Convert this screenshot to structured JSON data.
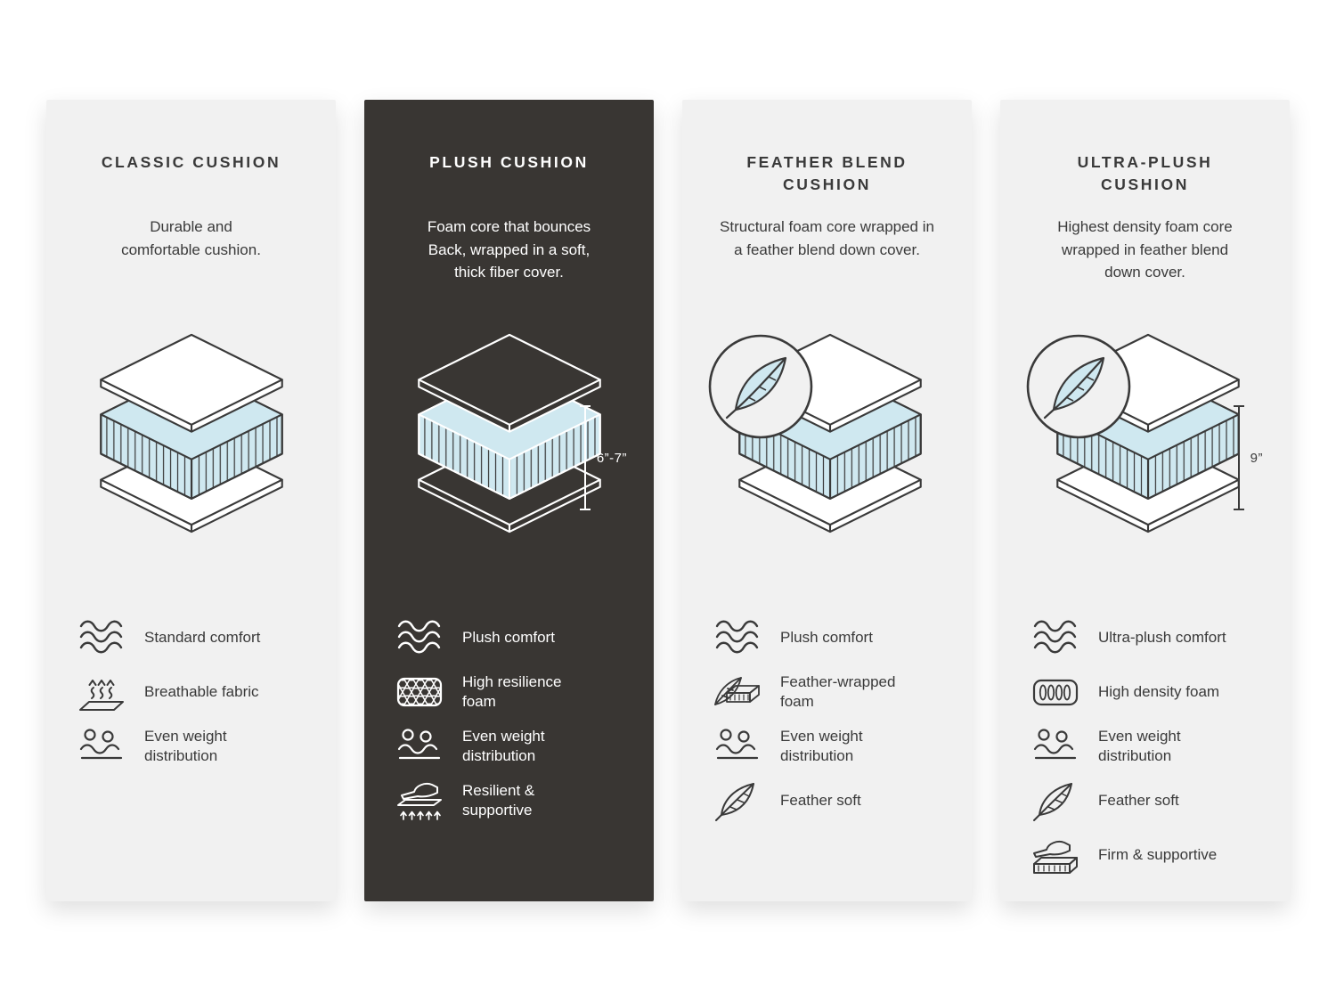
{
  "colors": {
    "background": "#ffffff",
    "card_light": "#f1f1f1",
    "card_dark": "#393633",
    "ink": "#3a3a3a",
    "foam_blue": "#cfe8f0"
  },
  "cards": [
    {
      "title": "CLASSIC CUSHION",
      "description": "Durable and\ncomfortable cushion.",
      "diagram": {
        "type": "layered-cushion-stack",
        "feather_badge": false,
        "measurement": null
      },
      "features": [
        {
          "icon": "wave-comfort-icon",
          "label": "Standard comfort"
        },
        {
          "icon": "breathable-fabric-icon",
          "label": "Breathable fabric"
        },
        {
          "icon": "even-weight-icon",
          "label": "Even weight\ndistribution"
        }
      ]
    },
    {
      "title": "PLUSH CUSHION",
      "description": "Foam core that bounces\nBack, wrapped in a soft,\nthick fiber cover.",
      "diagram": {
        "type": "layered-cushion-stack",
        "feather_badge": false,
        "measurement": "6”-7”"
      },
      "features": [
        {
          "icon": "wave-comfort-icon",
          "label": "Plush comfort"
        },
        {
          "icon": "honeycomb-foam-icon",
          "label": "High resilience\nfoam"
        },
        {
          "icon": "even-weight-icon",
          "label": "Even weight\ndistribution"
        },
        {
          "icon": "resilient-supportive-icon",
          "label": "Resilient &\nsupportive"
        }
      ]
    },
    {
      "title": "FEATHER BLEND\nCUSHION",
      "description": "Structural foam core wrapped in\na feather blend down cover.",
      "diagram": {
        "type": "layered-cushion-stack",
        "feather_badge": true,
        "measurement": null
      },
      "features": [
        {
          "icon": "wave-comfort-icon",
          "label": "Plush comfort"
        },
        {
          "icon": "feather-wrapped-foam-icon",
          "label": "Feather-wrapped\nfoam"
        },
        {
          "icon": "even-weight-icon",
          "label": "Even weight\ndistribution"
        },
        {
          "icon": "feather-soft-icon",
          "label": "Feather soft"
        }
      ]
    },
    {
      "title": "ULTRA-PLUSH\nCUSHION",
      "description": "Highest density foam core\nwrapped in feather blend\ndown cover.",
      "diagram": {
        "type": "layered-cushion-stack",
        "feather_badge": true,
        "measurement": "9”"
      },
      "features": [
        {
          "icon": "wave-comfort-icon",
          "label": "Ultra-plush comfort"
        },
        {
          "icon": "high-density-foam-icon",
          "label": "High density foam"
        },
        {
          "icon": "even-weight-icon",
          "label": "Even weight\ndistribution"
        },
        {
          "icon": "feather-soft-icon",
          "label": "Feather soft"
        },
        {
          "icon": "firm-supportive-icon",
          "label": "Firm & supportive"
        }
      ]
    }
  ]
}
